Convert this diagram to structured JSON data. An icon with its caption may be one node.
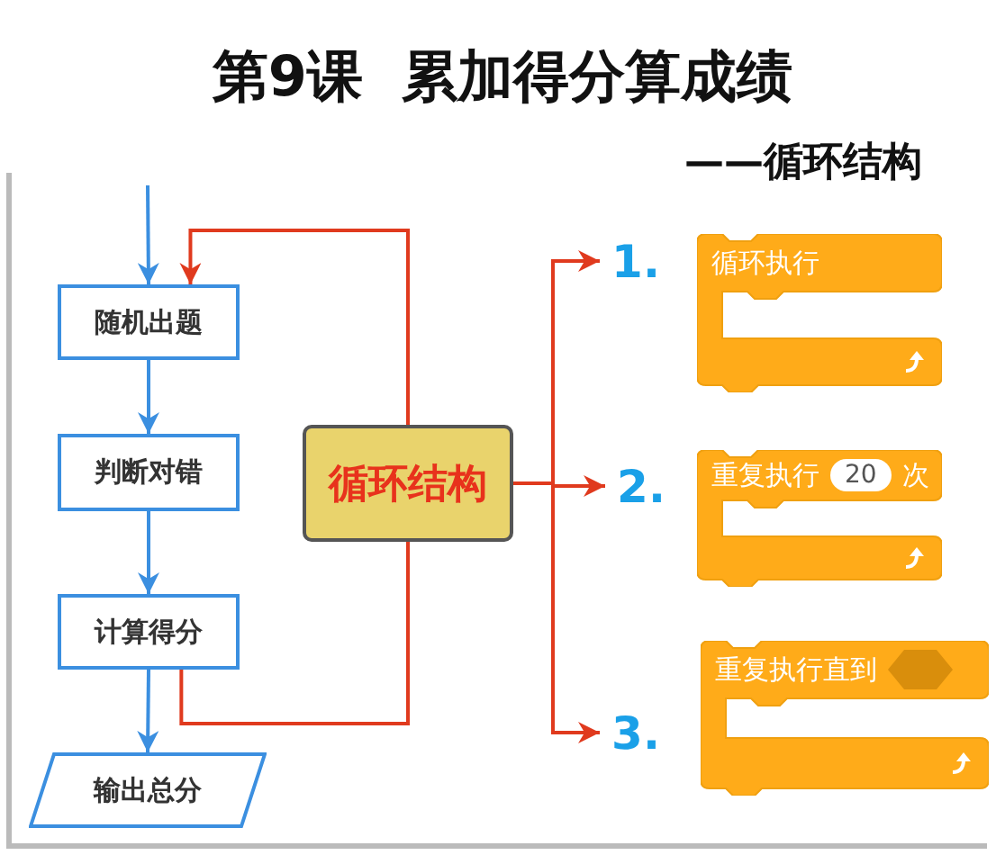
{
  "diagram": {
    "title": "第9课  累加得分算成绩",
    "nodes": [
      {
        "text": [
          "随机出题"
        ]
      },
      {
        "text": [
          "判断对错"
        ]
      },
      {
        "text": [
          "计算得分"
        ]
      },
      {
        "text": [
          "输出总分"
        ]
      },
      {
        "text": [
          "循环结构"
        ]
      },
      {
        "text": [
          "1."
        ]
      },
      {
        "text": [
          "2."
        ]
      },
      {
        "text": [
          "3."
        ]
      },
      {
        "text": [
          "循环执行"
        ]
      },
      {
        "text": [
          "重复执行",
          "20",
          "次"
        ]
      },
      {
        "text": [
          "重复执行直到"
        ]
      }
    ],
    "edges": [
      {
        "from": null,
        "to": 0,
        "arrow": "to",
        "color": "#3b8fe0"
      },
      {
        "from": 0,
        "to": 1,
        "arrow": "to",
        "color": "#3b8fe0"
      },
      {
        "from": 1,
        "to": 2,
        "arrow": "to",
        "color": "#3b8fe0"
      },
      {
        "from": 2,
        "to": 3,
        "arrow": "to",
        "color": "#3b8fe0"
      },
      {
        "from": 2,
        "to": 4,
        "arrow": "none"
      },
      {
        "from": 4,
        "to": 0,
        "arrow": "to"
      },
      {
        "from": 4,
        "to": 5,
        "arrow": "to"
      },
      {
        "from": 4,
        "to": 6,
        "arrow": "to"
      },
      {
        "from": 4,
        "to": 7,
        "arrow": "to"
      }
    ],
    "labels": [
      "——循环结构"
    ]
  }
}
